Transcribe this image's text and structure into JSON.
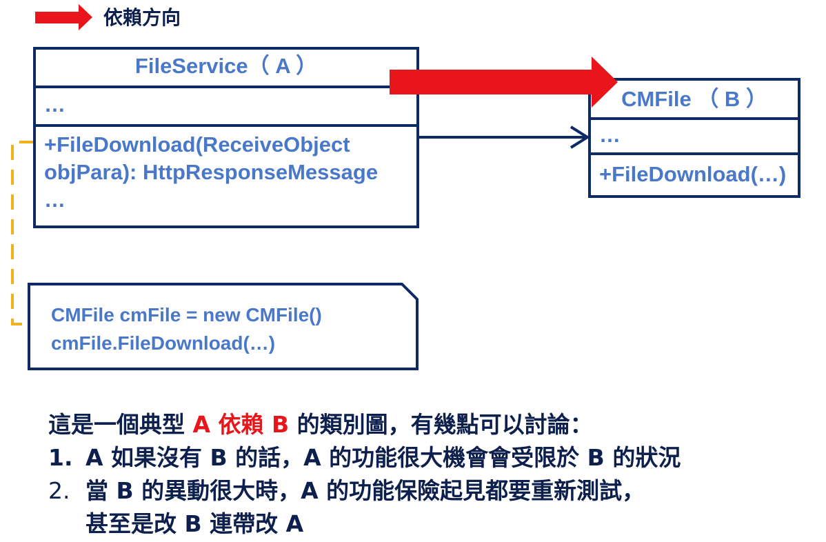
{
  "legend": {
    "label": "依賴方向"
  },
  "class_a": {
    "title": "FileService（ A ）",
    "attributes": "…",
    "methods": [
      "+FileDownload(ReceiveObject",
      "objPara): HttpResponseMessage",
      "…"
    ]
  },
  "class_b": {
    "title": "CMFile （ B ）",
    "attributes": "…",
    "methods": [
      "+FileDownload(…)"
    ]
  },
  "note": {
    "lines": [
      "CMFile cmFile = new CMFile()",
      "cmFile.FileDownload(…)"
    ]
  },
  "description": {
    "line1_prefix": "這是一個典型 ",
    "line1_highlight": "A 依賴 B",
    "line1_suffix": " 的類別圖，有幾點可以討論：",
    "items": [
      {
        "num": "1.",
        "text": "A 如果沒有 B 的話，A 的功能很大機會會受限於 B 的狀況"
      },
      {
        "num": "2.",
        "text": "當 B 的異動很大時，A 的功能保險起見都要重新測試，"
      }
    ],
    "item2_cont": "甚至是改 B 連帶改 A"
  },
  "colors": {
    "navy": "#0d2a66",
    "blue_text": "#4a78c8",
    "red": "#e8151a",
    "gold": "#f0b020"
  }
}
